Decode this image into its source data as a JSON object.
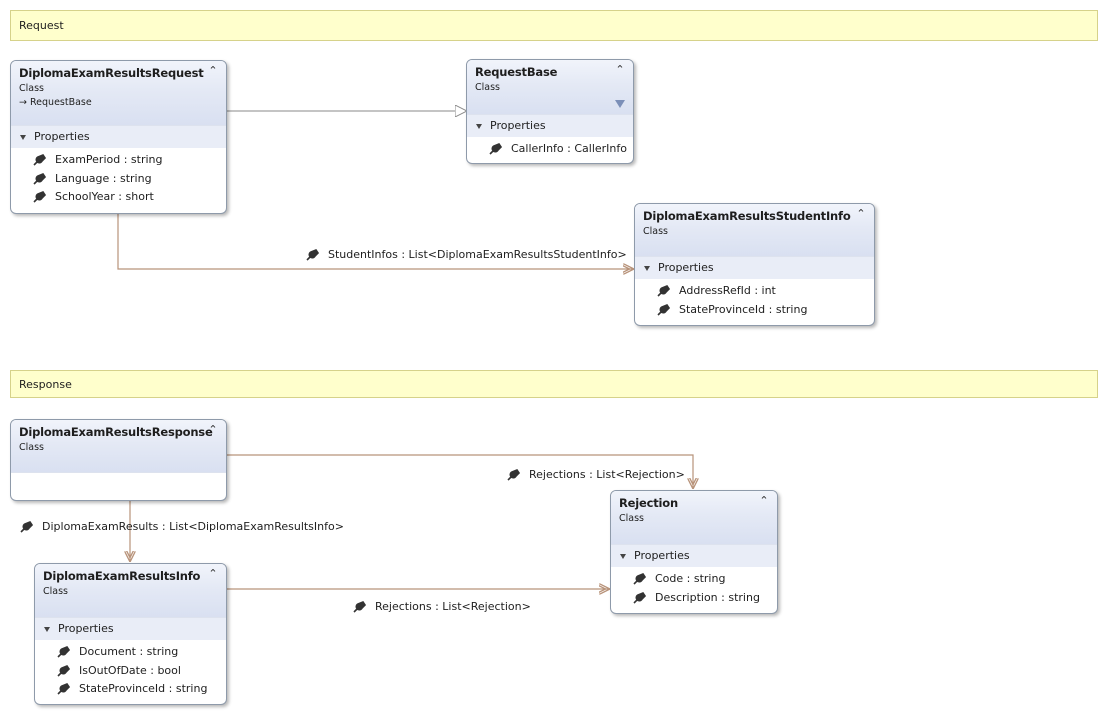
{
  "bands": {
    "request": "Request",
    "response": "Response"
  },
  "classes": {
    "diploma_request": {
      "name": "DiplomaExamResultsRequest",
      "kind": "Class",
      "inherits": "RequestBase",
      "section": "Properties",
      "properties": [
        "ExamPeriod : string",
        "Language : string",
        "SchoolYear : short"
      ]
    },
    "request_base": {
      "name": "RequestBase",
      "kind": "Class",
      "section": "Properties",
      "properties": [
        "CallerInfo : CallerInfo"
      ]
    },
    "student_info": {
      "name": "DiplomaExamResultsStudentInfo",
      "kind": "Class",
      "section": "Properties",
      "properties": [
        "AddressRefId : int",
        "StateProvinceId : string"
      ]
    },
    "diploma_response": {
      "name": "DiplomaExamResultsResponse",
      "kind": "Class"
    },
    "rejection": {
      "name": "Rejection",
      "kind": "Class",
      "section": "Properties",
      "properties": [
        "Code : string",
        "Description : string"
      ]
    },
    "results_info": {
      "name": "DiplomaExamResultsInfo",
      "kind": "Class",
      "section": "Properties",
      "properties": [
        "Document : string",
        "IsOutOfDate : bool",
        "StateProvinceId : string"
      ]
    }
  },
  "associations": {
    "student_infos": "StudentInfos : List<DiplomaExamResultsStudentInfo>",
    "response_rejections": "Rejections : List<Rejection>",
    "diploma_exam_results": "DiplomaExamResults : List<DiplomaExamResultsInfo>",
    "info_rejections": "Rejections : List<Rejection>"
  },
  "icons": {
    "collapse": "double-chevron-up-icon",
    "property": "wrench-icon",
    "filter": "filter-icon",
    "inherit": "inheritance-arrow-icon"
  },
  "colors": {
    "band_fill": "#ffffcc",
    "association_line": "#b8937a",
    "inheritance_line": "#8a8a8a",
    "header_gradient": "#dbe2f2"
  }
}
